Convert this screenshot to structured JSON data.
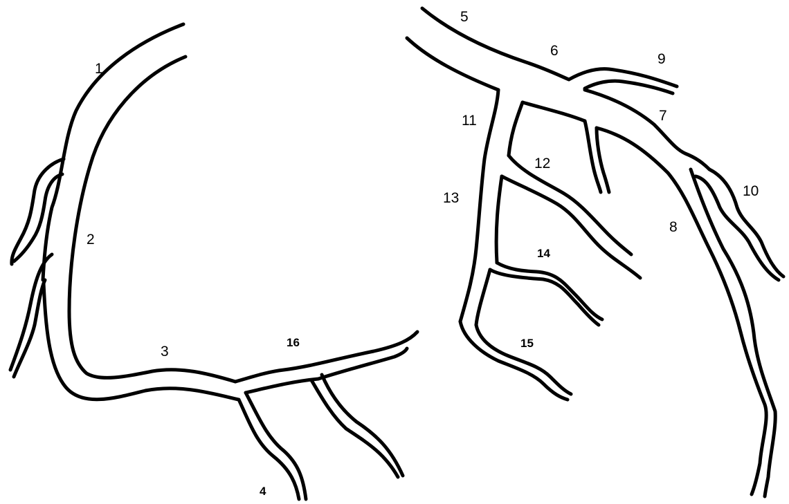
{
  "diagram": {
    "style": {
      "stroke_color": "#000000",
      "background": "#ffffff"
    },
    "segment_labels": {
      "s1": "1",
      "s2": "2",
      "s3": "3",
      "s4": "4",
      "s5": "5",
      "s6": "6",
      "s7": "7",
      "s8": "8",
      "s9": "9",
      "s10": "10",
      "s11": "11",
      "s12": "12",
      "s13": "13",
      "s14": "14",
      "s15": "15",
      "s16": "16"
    }
  }
}
